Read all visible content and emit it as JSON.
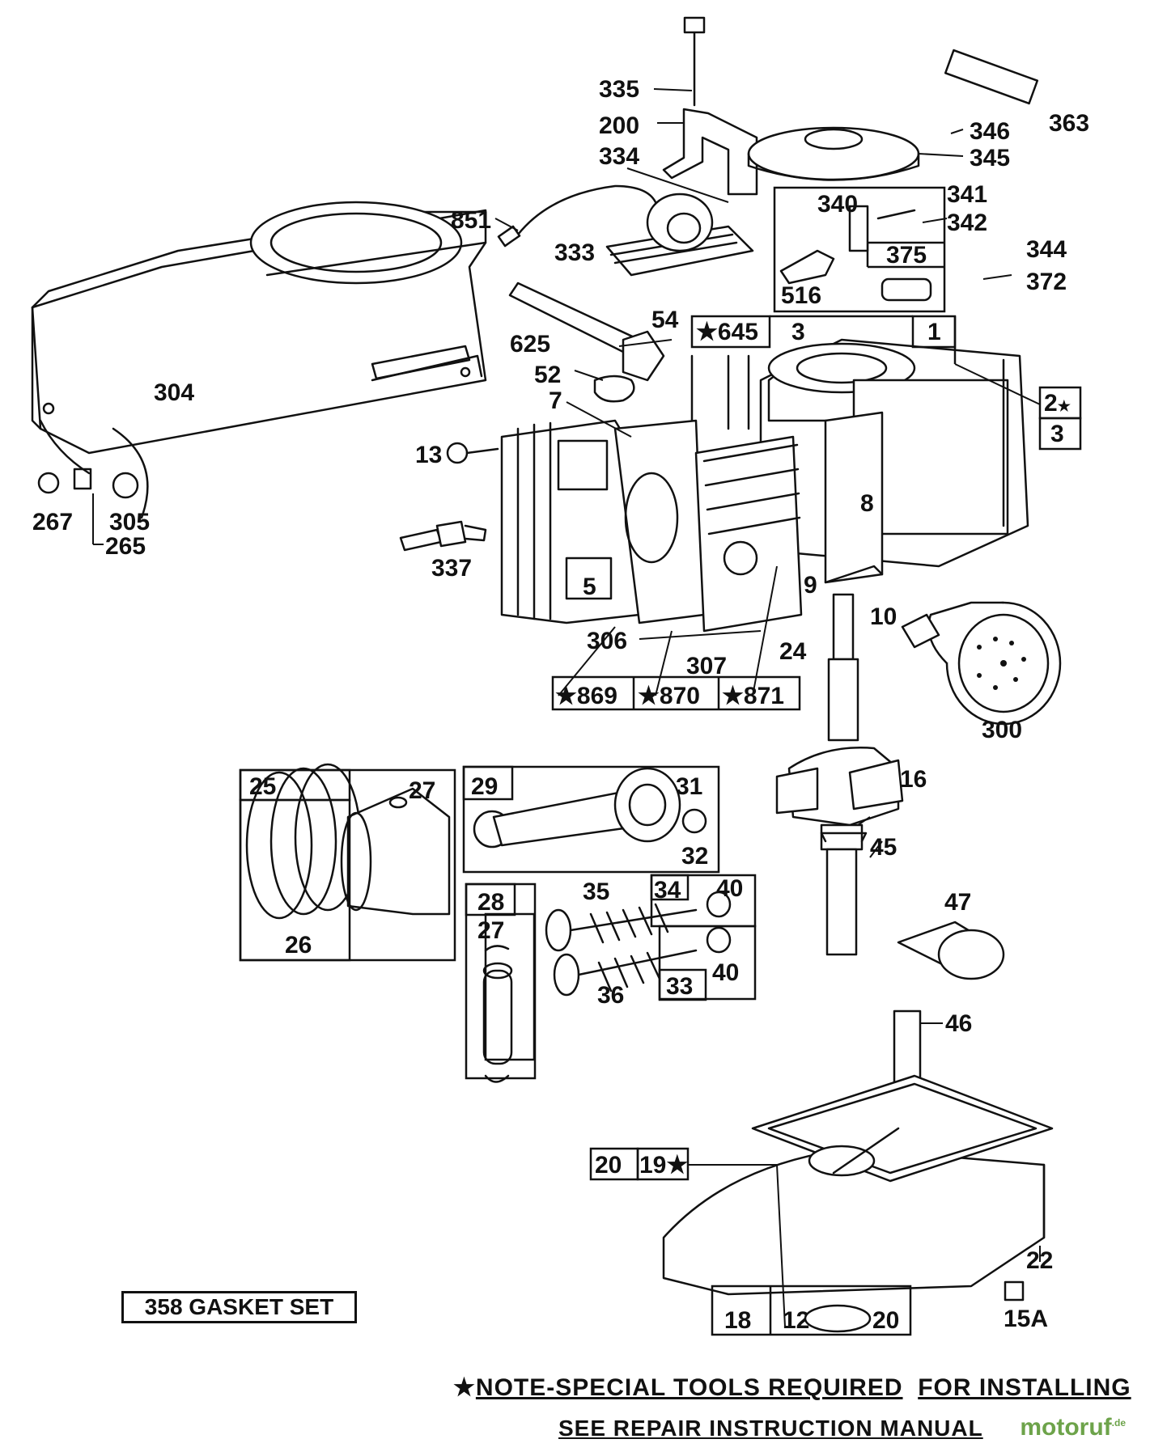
{
  "labels": {
    "l335": "335",
    "l200": "200",
    "l334": "334",
    "l851": "851",
    "l333": "333",
    "l346": "346",
    "l345": "345",
    "l363": "363",
    "l340": "340",
    "l341": "341",
    "l342": "342",
    "l375": "375",
    "l344": "344",
    "l372": "372",
    "l516": "516",
    "l54": "54",
    "l645": "645",
    "l3a": "3",
    "l1": "1",
    "l625": "625",
    "l52": "52",
    "l7": "7",
    "l2": "2",
    "l3b": "3",
    "l304": "304",
    "l13": "13",
    "l8": "8",
    "l267": "267",
    "l265": "265",
    "l305": "305",
    "l337": "337",
    "l5": "5",
    "l9": "9",
    "l10": "10",
    "l306": "306",
    "l24": "24",
    "l307": "307",
    "l869": "869",
    "l870": "870",
    "l871": "871",
    "l300": "300",
    "l16": "16",
    "l25": "25",
    "l27a": "27",
    "l26": "26",
    "l29": "29",
    "l31": "31",
    "l32": "32",
    "l45": "45",
    "l28": "28",
    "l35": "35",
    "l34": "34",
    "l40a": "40",
    "l27b": "27",
    "l33": "33",
    "l40b": "40",
    "l36": "36",
    "l47": "47",
    "l46": "46",
    "l20a": "20",
    "l19": "19",
    "l22": "22",
    "l18": "18",
    "l12": "12",
    "l20b": "20",
    "l15a": "15A"
  },
  "gasket_set": "358 GASKET SET",
  "note": {
    "prefix": "★",
    "part1": "NOTE-SPECIAL TOOLS REQUIRED",
    "part2": "FOR INSTALLING",
    "line2": "SEE REPAIR INSTRUCTION MANUAL"
  },
  "watermark": {
    "text": "motoruf",
    "suffix": ".de"
  }
}
